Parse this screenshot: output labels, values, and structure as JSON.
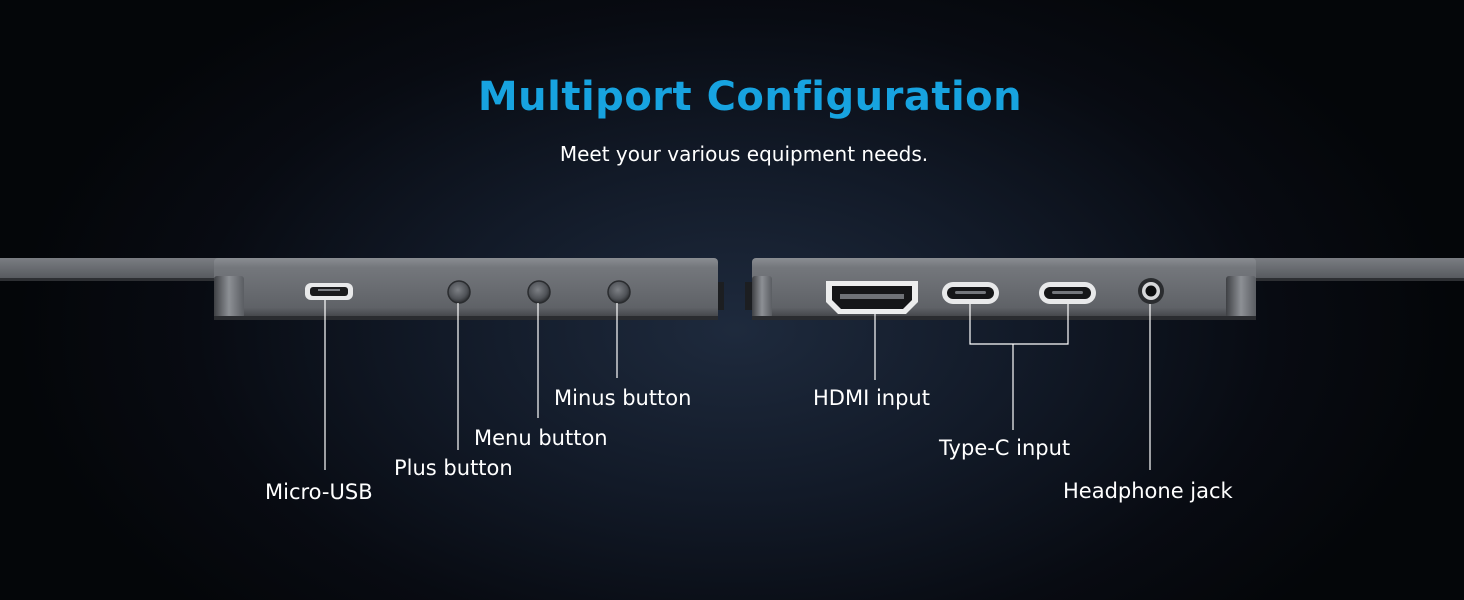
{
  "header": {
    "title": "Multiport Configuration",
    "subtitle": "Meet your various equipment needs."
  },
  "ports": {
    "micro_usb": "Micro-USB",
    "plus_button": "Plus button",
    "menu_button": "Menu button",
    "minus_button": "Minus button",
    "hdmi_input": "HDMI input",
    "type_c_input": "Type-C input",
    "headphone_jack": "Headphone jack"
  },
  "colors": {
    "accent": "#17a3e0",
    "text": "#ffffff",
    "device_body": "#6a6d72"
  }
}
